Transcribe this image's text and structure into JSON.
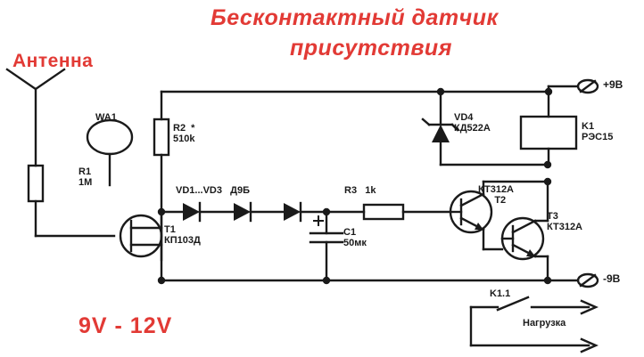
{
  "header": {
    "title_line_1": "Бесконтактный датчик",
    "title_line_2": "присутствия",
    "title_color": "#e23a35"
  },
  "labels": {
    "antenna": "Антенна",
    "supply_voltage": "9V - 12V",
    "antenna_coil": "WA1",
    "r1": "R1\n1М",
    "r2": "R2  *\n510k",
    "r3": "R3   1k",
    "c1": "C1\n50мк",
    "diodes": "VD1...VD3   Д9Б",
    "t1": "T1\nКП103Д",
    "t2": "КТ312А\n      T2",
    "t3": "T3\nКТ312А",
    "vd4": "VD4\nКД522А",
    "k1": "K1\nРЭС15",
    "k1_1": "K1.1",
    "load": "Нагрузка",
    "terminal_plus": "+9В",
    "terminal_minus": "-9В"
  },
  "components": [
    {
      "ref": "WA1",
      "type": "loop-antenna",
      "value": ""
    },
    {
      "ref": "R1",
      "type": "resistor",
      "value": "1М"
    },
    {
      "ref": "R2",
      "type": "resistor",
      "value": "510k",
      "note": "*"
    },
    {
      "ref": "R3",
      "type": "resistor",
      "value": "1k"
    },
    {
      "ref": "C1",
      "type": "capacitor-polarized",
      "value": "50мк"
    },
    {
      "ref": "VD1...VD3",
      "type": "diode",
      "value": "Д9Б"
    },
    {
      "ref": "VD4",
      "type": "diode",
      "value": "КД522А"
    },
    {
      "ref": "T1",
      "type": "jfet",
      "value": "КП103Д"
    },
    {
      "ref": "T2",
      "type": "bjt-npn",
      "value": "КТ312А"
    },
    {
      "ref": "T3",
      "type": "bjt-npn",
      "value": "КТ312А"
    },
    {
      "ref": "K1",
      "type": "relay-coil",
      "value": "РЭС15"
    },
    {
      "ref": "K1.1",
      "type": "relay-contact",
      "value": ""
    }
  ],
  "colors": {
    "wire": "#1a1a1a",
    "accent_red": "#e23a35",
    "background": "#ffffff"
  }
}
